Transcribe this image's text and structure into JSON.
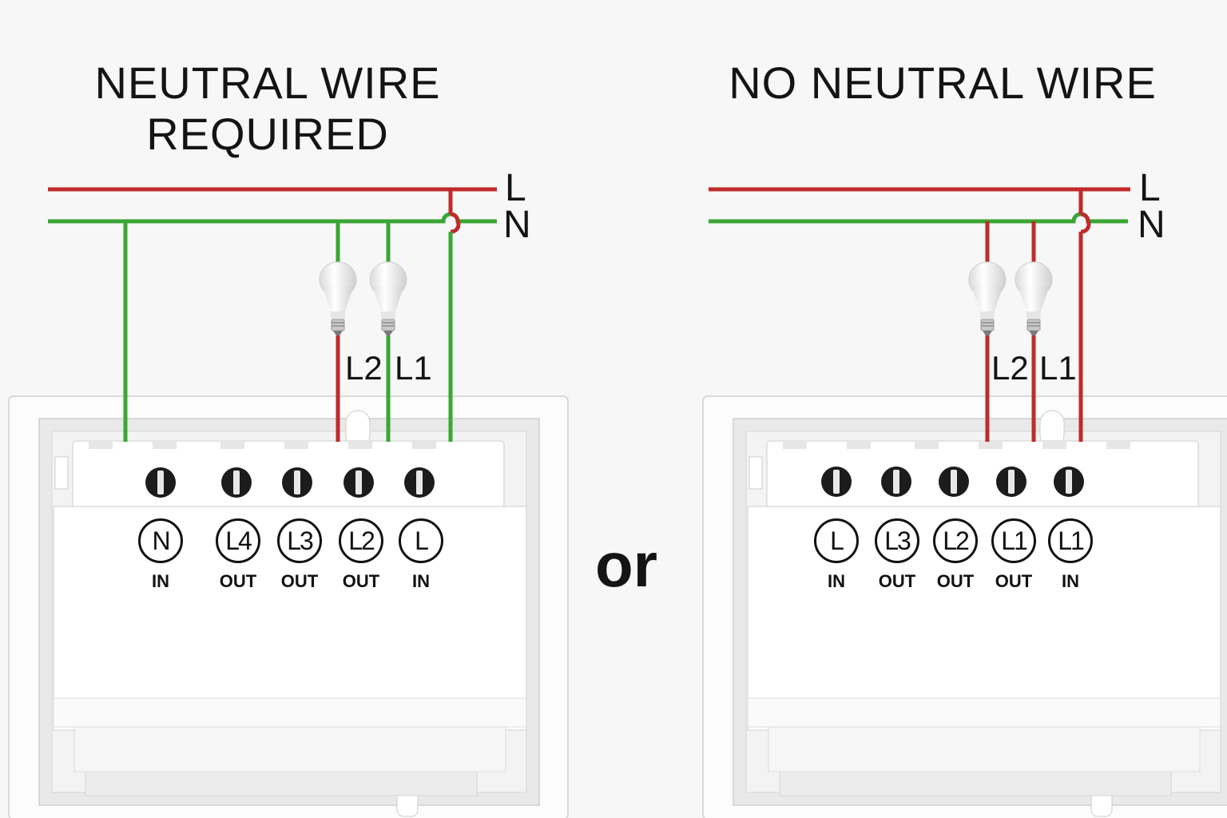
{
  "titles": {
    "left_line1": "NEUTRAL WIRE",
    "left_line2": "REQUIRED",
    "right": "NO NEUTRAL WIRE"
  },
  "rails": {
    "live": "L",
    "neutral": "N"
  },
  "or_label": "or",
  "colors": {
    "live": "#bf2b2b",
    "neutral": "#3aa635"
  },
  "left_panel": {
    "wire_labels": [
      "L2",
      "L1"
    ],
    "terminals": [
      {
        "label": "N",
        "dir": "IN"
      },
      {
        "label": "L4",
        "dir": "OUT"
      },
      {
        "label": "L3",
        "dir": "OUT"
      },
      {
        "label": "L2",
        "dir": "OUT"
      },
      {
        "label": "L",
        "dir": "IN"
      }
    ]
  },
  "right_panel": {
    "wire_labels": [
      "L2",
      "L1"
    ],
    "terminals": [
      {
        "label": "L",
        "dir": "IN"
      },
      {
        "label": "L3",
        "dir": "OUT"
      },
      {
        "label": "L2",
        "dir": "OUT"
      },
      {
        "label": "L1",
        "dir": "OUT"
      },
      {
        "label": "L1",
        "dir": "IN"
      }
    ]
  }
}
